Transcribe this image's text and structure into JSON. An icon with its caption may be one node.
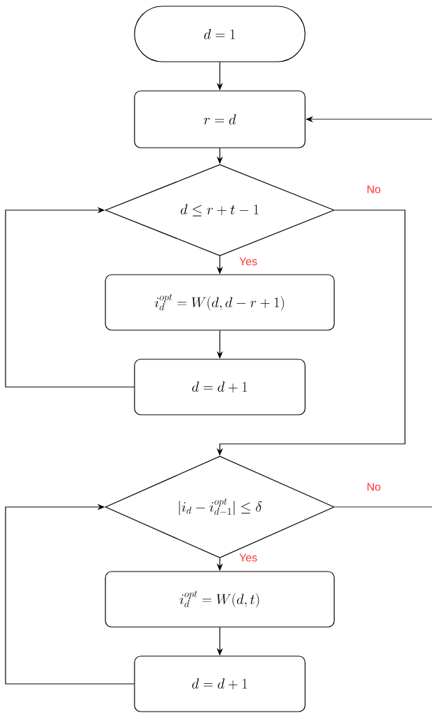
{
  "diagram": {
    "nodes": [
      {
        "text": [
          "d=1"
        ]
      },
      {
        "text": [
          "r=d"
        ]
      },
      {
        "text": [
          "d \\le r+t-1"
        ]
      },
      {
        "text": [
          "i_d^{opt}=W(d,d-r+1)"
        ]
      },
      {
        "text": [
          "d=d+1"
        ]
      },
      {
        "text": [
          "|i_d-i_{d-1}^{opt}|\\le\\delta"
        ]
      },
      {
        "text": [
          "i_d^{opt}=W(d,t)"
        ]
      },
      {
        "text": [
          "d=d+1"
        ]
      }
    ],
    "edges": [
      {
        "from": 0,
        "to": 1,
        "arrow": "to"
      },
      {
        "from": 1,
        "to": 2,
        "arrow": "to"
      },
      {
        "from": 2,
        "to": 3,
        "arrow": "to",
        "label": "Yes"
      },
      {
        "from": 3,
        "to": 4,
        "arrow": "to"
      },
      {
        "from": 4,
        "to": 2,
        "arrow": "to"
      },
      {
        "from": 2,
        "to": 5,
        "arrow": "to",
        "label": "No"
      },
      {
        "from": 5,
        "to": 6,
        "arrow": "to",
        "label": "Yes"
      },
      {
        "from": 6,
        "to": 7,
        "arrow": "to"
      },
      {
        "from": 7,
        "to": 5,
        "arrow": "to"
      },
      {
        "from": 5,
        "to": null,
        "arrow": "none",
        "label": "No"
      },
      {
        "from": null,
        "to": 1,
        "arrow": "to"
      }
    ]
  }
}
